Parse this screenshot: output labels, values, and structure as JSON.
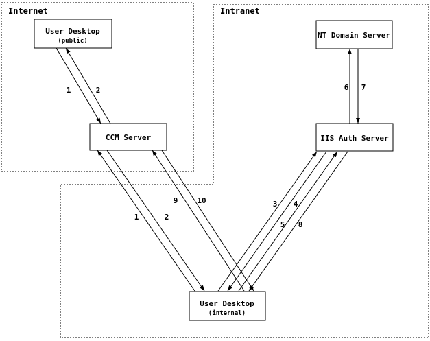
{
  "diagram": {
    "zones": {
      "internet": {
        "label": "Internet"
      },
      "intranet": {
        "label": "Intranet"
      }
    },
    "nodes": {
      "user_desktop_public": {
        "title": "User Desktop",
        "subtitle": "(public)"
      },
      "ccm_server": {
        "title": "CCM Server"
      },
      "nt_domain_server": {
        "title": "NT Domain Server"
      },
      "iis_auth_server": {
        "title": "IIS Auth Server"
      },
      "user_desktop_internal": {
        "title": "User Desktop",
        "subtitle": "(internal)"
      }
    },
    "edge_labels": {
      "public_desktop_to_ccm": "1",
      "ccm_to_public_desktop": "2",
      "internal_desktop_to_ccm": "1",
      "ccm_to_internal_desktop": "2",
      "internal_desktop_to_iis_a": "3",
      "iis_to_internal_desktop_a": "4",
      "internal_desktop_to_iis_b": "5",
      "iis_to_nt_domain": "6",
      "nt_domain_to_iis": "7",
      "iis_to_internal_desktop_b": "8",
      "internal_desktop_to_ccm_alt": "9",
      "ccm_to_internal_desktop_alt": "10"
    },
    "colors": {
      "line": "#000000",
      "background": "#ffffff",
      "node_fill": "#ffffff"
    }
  }
}
